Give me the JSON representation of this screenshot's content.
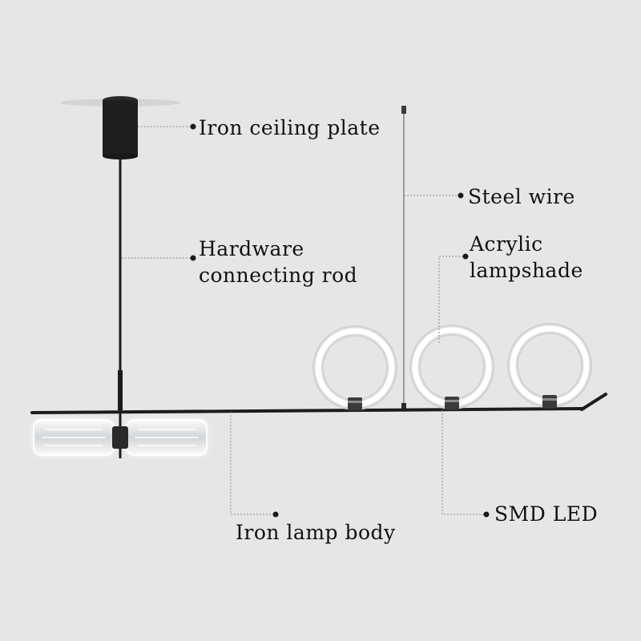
{
  "labels": {
    "ceiling_plate": "Iron ceiling plate",
    "steel_wire": "Steel wire",
    "connecting_rod": "Hardware\nconnecting rod",
    "acrylic_shade": "Acrylic\nlampshade",
    "smd_led": "SMD LED",
    "lamp_body": "Iron lamp body"
  },
  "colors": {
    "background": "#e6e6e6",
    "metal": "#1c1c1c",
    "leader_line": "#8a8a8a",
    "glow": "#ffffff"
  }
}
